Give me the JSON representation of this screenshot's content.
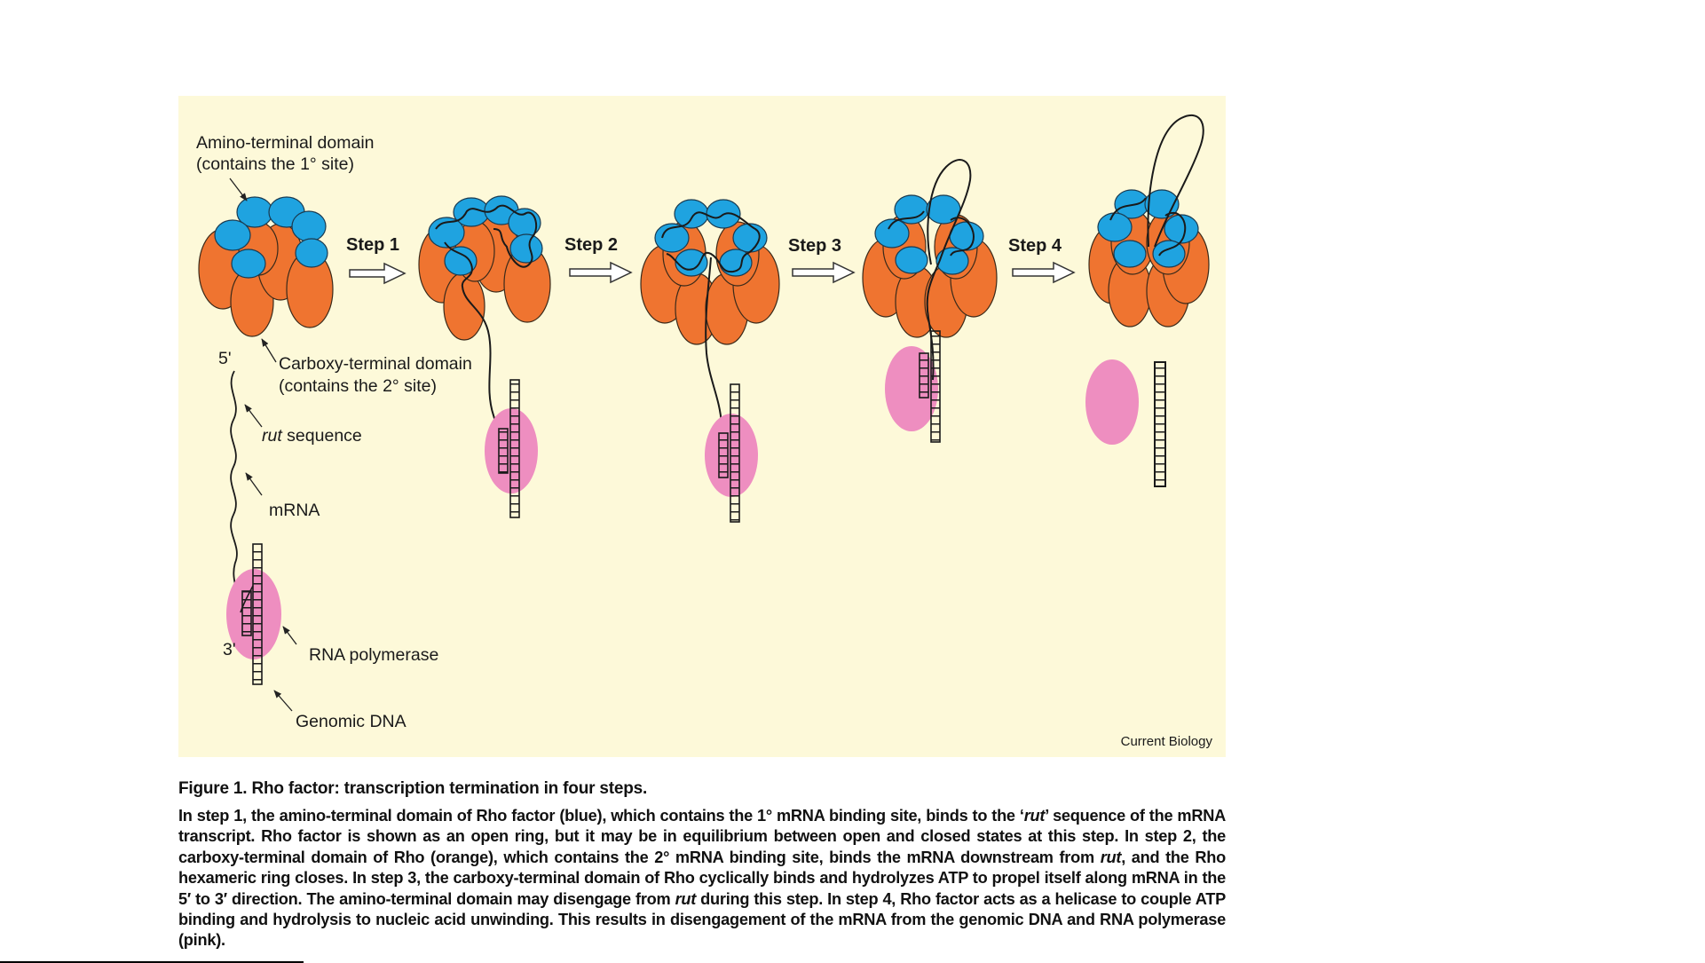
{
  "figure": {
    "labels": {
      "amino_line1": "Amino-terminal domain",
      "amino_line2": "(contains the 1° site)",
      "carboxy_line1": "Carboxy-terminal domain",
      "carboxy_line2": "(contains the 2° site)",
      "five_prime": "5'",
      "three_prime": "3'",
      "rut_italic": "rut",
      "rut_rest": " sequence",
      "mrna": "mRNA",
      "rna_polymerase": "RNA  polymerase",
      "genomic_dna": "Genomic  DNA"
    },
    "steps": [
      "Step 1",
      "Step 2",
      "Step 3",
      "Step 4"
    ],
    "credit": "Current Biology",
    "colors": {
      "background": "#fdf9d9",
      "blue_domain": "#1fa3e0",
      "orange_domain": "#ef7430",
      "pink_polymerase": "#ee8ec0"
    }
  },
  "caption": {
    "title": "Figure 1. Rho factor: transcription termination in four steps.",
    "body_parts": [
      "In step 1, the amino-terminal domain of Rho factor (blue), which contains the 1° mRNA binding site, binds to the ‘",
      "rut",
      "’ sequence of the mRNA transcript. Rho factor is shown as an open ring, but it may be in equilibrium between open and closed states at this step. In step 2, the carboxy-terminal domain of Rho (orange), which contains the 2° mRNA binding site, binds the mRNA downstream from ",
      "rut",
      ", and the Rho hexameric ring closes. In step 3, the carboxy-terminal domain of Rho cyclically binds and hydrolyzes ATP to propel itself along mRNA in the 5′ to 3′ direction. The amino-terminal domain may disengage from ",
      "rut",
      " during this step. In step 4, Rho factor acts as a helicase to couple ATP binding and hydrolysis to nucleic acid unwinding. This results in disengagement of the mRNA from the genomic DNA and RNA polymerase (pink)."
    ]
  }
}
